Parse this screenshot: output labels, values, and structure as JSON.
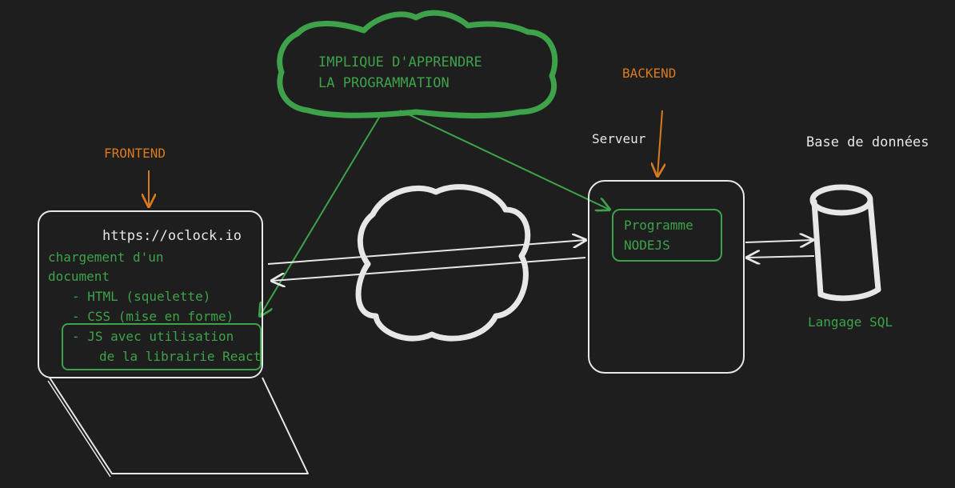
{
  "colors": {
    "background": "#1e1e1e",
    "stroke_white": "#e7e7e7",
    "green": "#3ea24a",
    "orange": "#d87a1f"
  },
  "cloud_note": {
    "line1": "IMPLIQUE D'APPRENDRE",
    "line2": "LA PROGRAMMATION"
  },
  "frontend": {
    "label": "FRONTEND",
    "url": "https://oclock.io",
    "doc_line1": "chargement d'un",
    "doc_line2": "document",
    "item_html": "- HTML (squelette)",
    "item_css": "- CSS (mise en forme)",
    "item_js_line1": "- JS avec utilisation",
    "item_js_line2": "de la librairie React"
  },
  "backend": {
    "label": "BACKEND",
    "server_label": "Serveur",
    "program_line1": "Programme",
    "program_line2": "NODEJS"
  },
  "database": {
    "label": "Base de données",
    "language": "Langage SQL"
  },
  "icons": {
    "internet": "cloud-icon",
    "database": "database-cylinder-icon",
    "laptop": "laptop-icon"
  }
}
